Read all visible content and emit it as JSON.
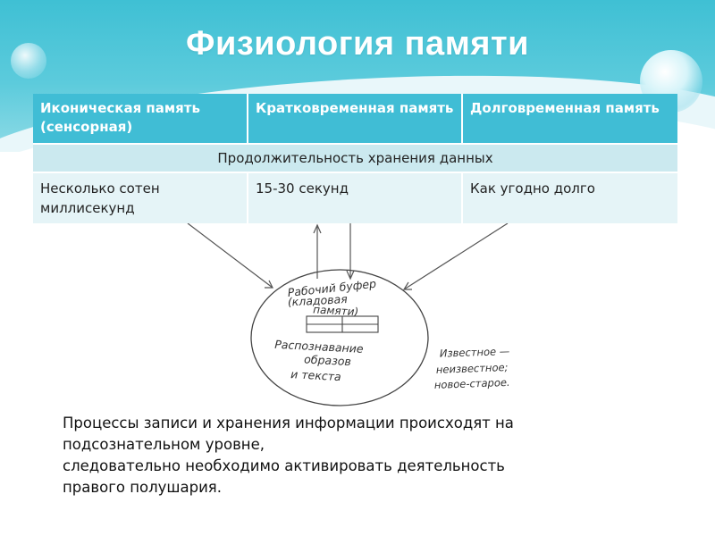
{
  "title": "Физиология памяти",
  "table": {
    "headers": [
      "Иконическая память (сенсорная)",
      "Кратковременная память",
      "Долговременная память"
    ],
    "subheader": "Продолжительность хранения данных",
    "row": [
      "Несколько сотен миллисекунд",
      "15-30 секунд",
      "Как угодно долго"
    ]
  },
  "diagram": {
    "buffer_line1": "Рабочий буфер",
    "buffer_line2": "(кладовая",
    "buffer_line3": "памяти)",
    "recog_line1": "Распознавание",
    "recog_line2": "образов",
    "recog_line3": "и текста",
    "note_line1": "Известное —",
    "note_line2": "неизвестное;",
    "note_line3": "новое-старое."
  },
  "body_text": {
    "line1": "Процессы записи и хранения информации происходят на",
    "line2": "подсознательном уровне,",
    "line3": "следовательно необходимо активировать деятельность",
    "line4": "правого полушария."
  },
  "colors": {
    "header_band": "#3fc0d4",
    "table_header": "#40bdd5",
    "table_subheader": "#cbe9ef",
    "table_row": "#e5f4f7"
  }
}
